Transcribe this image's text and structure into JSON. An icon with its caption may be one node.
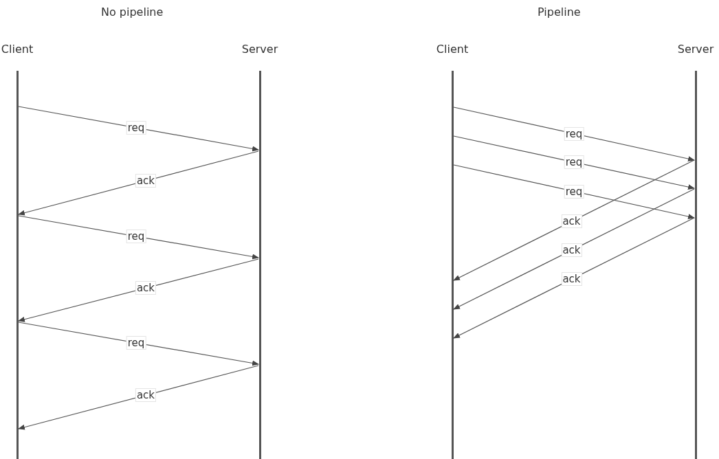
{
  "diagram": {
    "nodes": [
      {
        "text": [
          "Client"
        ]
      },
      {
        "text": [
          "Server"
        ]
      },
      {
        "text": [
          "Client"
        ]
      },
      {
        "text": [
          "Server"
        ]
      }
    ],
    "edges": [
      {
        "from": 0,
        "to": 1,
        "arrow": "to",
        "label": "req"
      },
      {
        "from": 1,
        "to": 0,
        "arrow": "to",
        "label": "ack"
      },
      {
        "from": 0,
        "to": 1,
        "arrow": "to",
        "label": "req"
      },
      {
        "from": 1,
        "to": 0,
        "arrow": "to",
        "label": "ack"
      },
      {
        "from": 0,
        "to": 1,
        "arrow": "to",
        "label": "req"
      },
      {
        "from": 1,
        "to": 0,
        "arrow": "to",
        "label": "ack"
      },
      {
        "from": 2,
        "to": 3,
        "arrow": "to",
        "label": "req"
      },
      {
        "from": 2,
        "to": 3,
        "arrow": "to",
        "label": "req"
      },
      {
        "from": 2,
        "to": 3,
        "arrow": "to",
        "label": "req"
      },
      {
        "from": 3,
        "to": 2,
        "arrow": "to",
        "label": "ack"
      },
      {
        "from": 3,
        "to": 2,
        "arrow": "to",
        "label": "ack"
      },
      {
        "from": 3,
        "to": 2,
        "arrow": "to",
        "label": "ack"
      }
    ],
    "labels": [
      "No pipeline",
      "Pipeline"
    ]
  }
}
